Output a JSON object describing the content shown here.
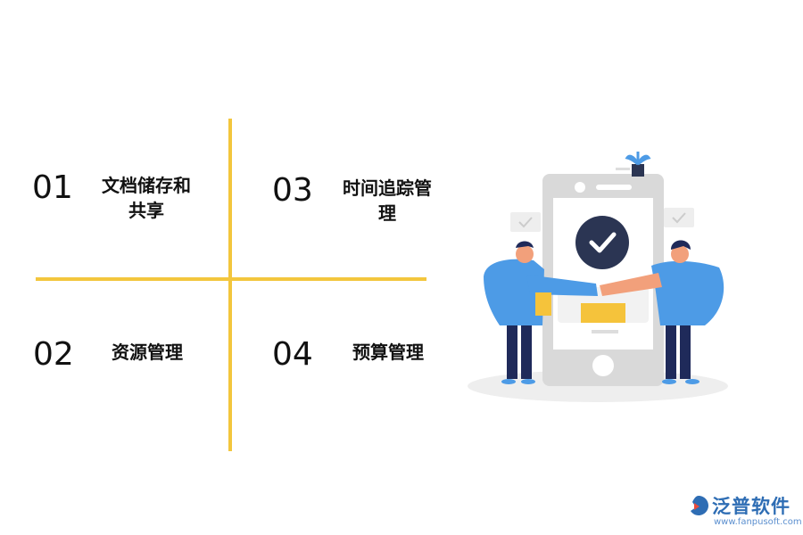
{
  "items": [
    {
      "num": "01",
      "label_line1": "文档储存和",
      "label_line2": "共享"
    },
    {
      "num": "03",
      "label_line1": "时间追踪管",
      "label_line2": "理"
    },
    {
      "num": "02",
      "label_line1": "资源管理",
      "label_line2": ""
    },
    {
      "num": "04",
      "label_line1": "预算管理",
      "label_line2": ""
    }
  ],
  "brand": {
    "name": "泛普软件",
    "url": "www.fanpusoft.com"
  },
  "colors": {
    "accent_line": "#f3c63d",
    "phone": "#d9d9d9",
    "shirt": "#4d9be6",
    "check_circle": "#2b3553",
    "card_yellow": "#f5c33b"
  }
}
